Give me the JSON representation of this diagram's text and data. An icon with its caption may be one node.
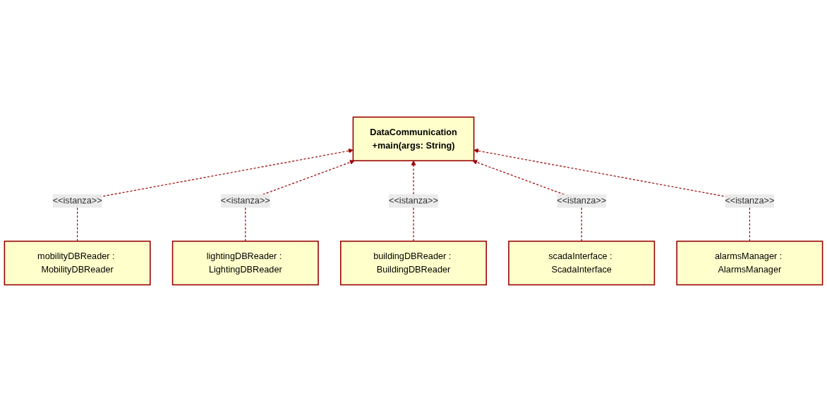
{
  "diagram": {
    "nodes": [
      {
        "text": [
          "DataCommunication",
          "+main(args: String)"
        ]
      },
      {
        "text": [
          "mobilityDBReader : MobilityDBReader"
        ]
      },
      {
        "text": [
          "lightingDBReader : LightingDBReader"
        ]
      },
      {
        "text": [
          "buildingDBReader : BuildingDBReader"
        ]
      },
      {
        "text": [
          "scadaInterface : ScadaInterface"
        ]
      },
      {
        "text": [
          "alarmsManager : AlarmsManager"
        ]
      }
    ],
    "edges": [
      {
        "from": 1,
        "to": 0,
        "arrow": "to",
        "label": "<<istanza>>",
        "style": "dashed"
      },
      {
        "from": 2,
        "to": 0,
        "arrow": "to",
        "label": "<<istanza>>",
        "style": "dashed"
      },
      {
        "from": 3,
        "to": 0,
        "arrow": "to",
        "label": "<<istanza>>",
        "style": "dashed"
      },
      {
        "from": 4,
        "to": 0,
        "arrow": "to",
        "label": "<<istanza>>",
        "style": "dashed"
      },
      {
        "from": 5,
        "to": 0,
        "arrow": "to",
        "label": "<<istanza>>",
        "style": "dashed"
      }
    ]
  }
}
